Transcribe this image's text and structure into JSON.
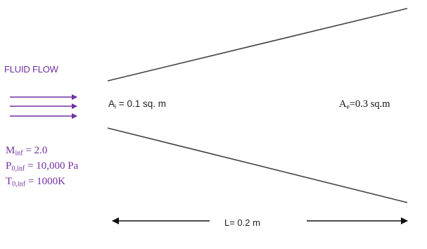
{
  "flow": {
    "label": "FLUID FLOW",
    "arrow_color": "#7030a0"
  },
  "inlet": {
    "symbol": "A",
    "subscript": "i",
    "value_text": "= 0.1 sq. m"
  },
  "outlet": {
    "symbol": "A",
    "subscript": "e",
    "value_text": "=0.3 sq.m"
  },
  "conditions": [
    {
      "symbol": "M",
      "subscript": "inf",
      "value_text": " = 2.0"
    },
    {
      "symbol": "P",
      "subscript": "0,inf",
      "value_text": " = 10,000 Pa"
    },
    {
      "symbol": "T",
      "subscript": "0,inf",
      "value_text": " = 1000K"
    }
  ],
  "length": {
    "label": "L= 0.2 m"
  },
  "colors": {
    "annotation": "#7030a0",
    "wall": "#444444",
    "text": "#222222"
  }
}
